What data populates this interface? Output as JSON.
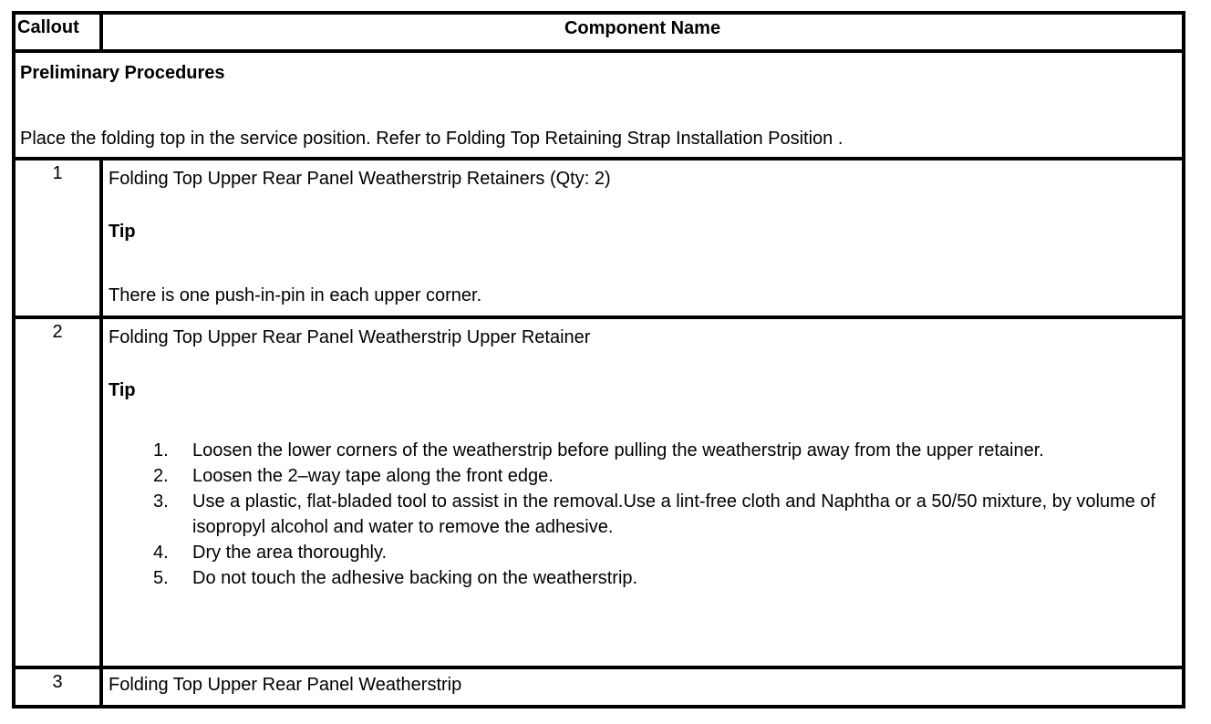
{
  "table": {
    "header": {
      "callout": "Callout",
      "component": "Component Name"
    },
    "preliminary": {
      "title": "Preliminary Procedures",
      "text": "Place the folding top in the service position. Refer to Folding Top Retaining Strap Installation Position ."
    },
    "rows": [
      {
        "callout": "1",
        "title": "Folding Top Upper Rear Panel Weatherstrip Retainers (Qty: 2)",
        "tip_label": "Tip",
        "tip_text": "There is one push-in-pin in each upper corner."
      },
      {
        "callout": "2",
        "title": "Folding Top Upper Rear Panel Weatherstrip Upper Retainer",
        "tip_label": "Tip",
        "steps": [
          "Loosen the lower corners of the weatherstrip before pulling the weatherstrip away from the upper retainer.",
          "Loosen the 2–way tape along the front edge.",
          "Use a plastic, flat-bladed tool to assist in the removal.Use a lint-free cloth and Naphtha or a 50/50 mixture, by volume of isopropyl alcohol and water to remove the adhesive.",
          "Dry the area thoroughly.",
          "Do not touch the adhesive backing on the weatherstrip."
        ]
      },
      {
        "callout": "3",
        "title": "Folding Top Upper Rear Panel Weatherstrip"
      }
    ],
    "colors": {
      "border": "#000000",
      "text": "#000000",
      "background": "#ffffff"
    }
  }
}
